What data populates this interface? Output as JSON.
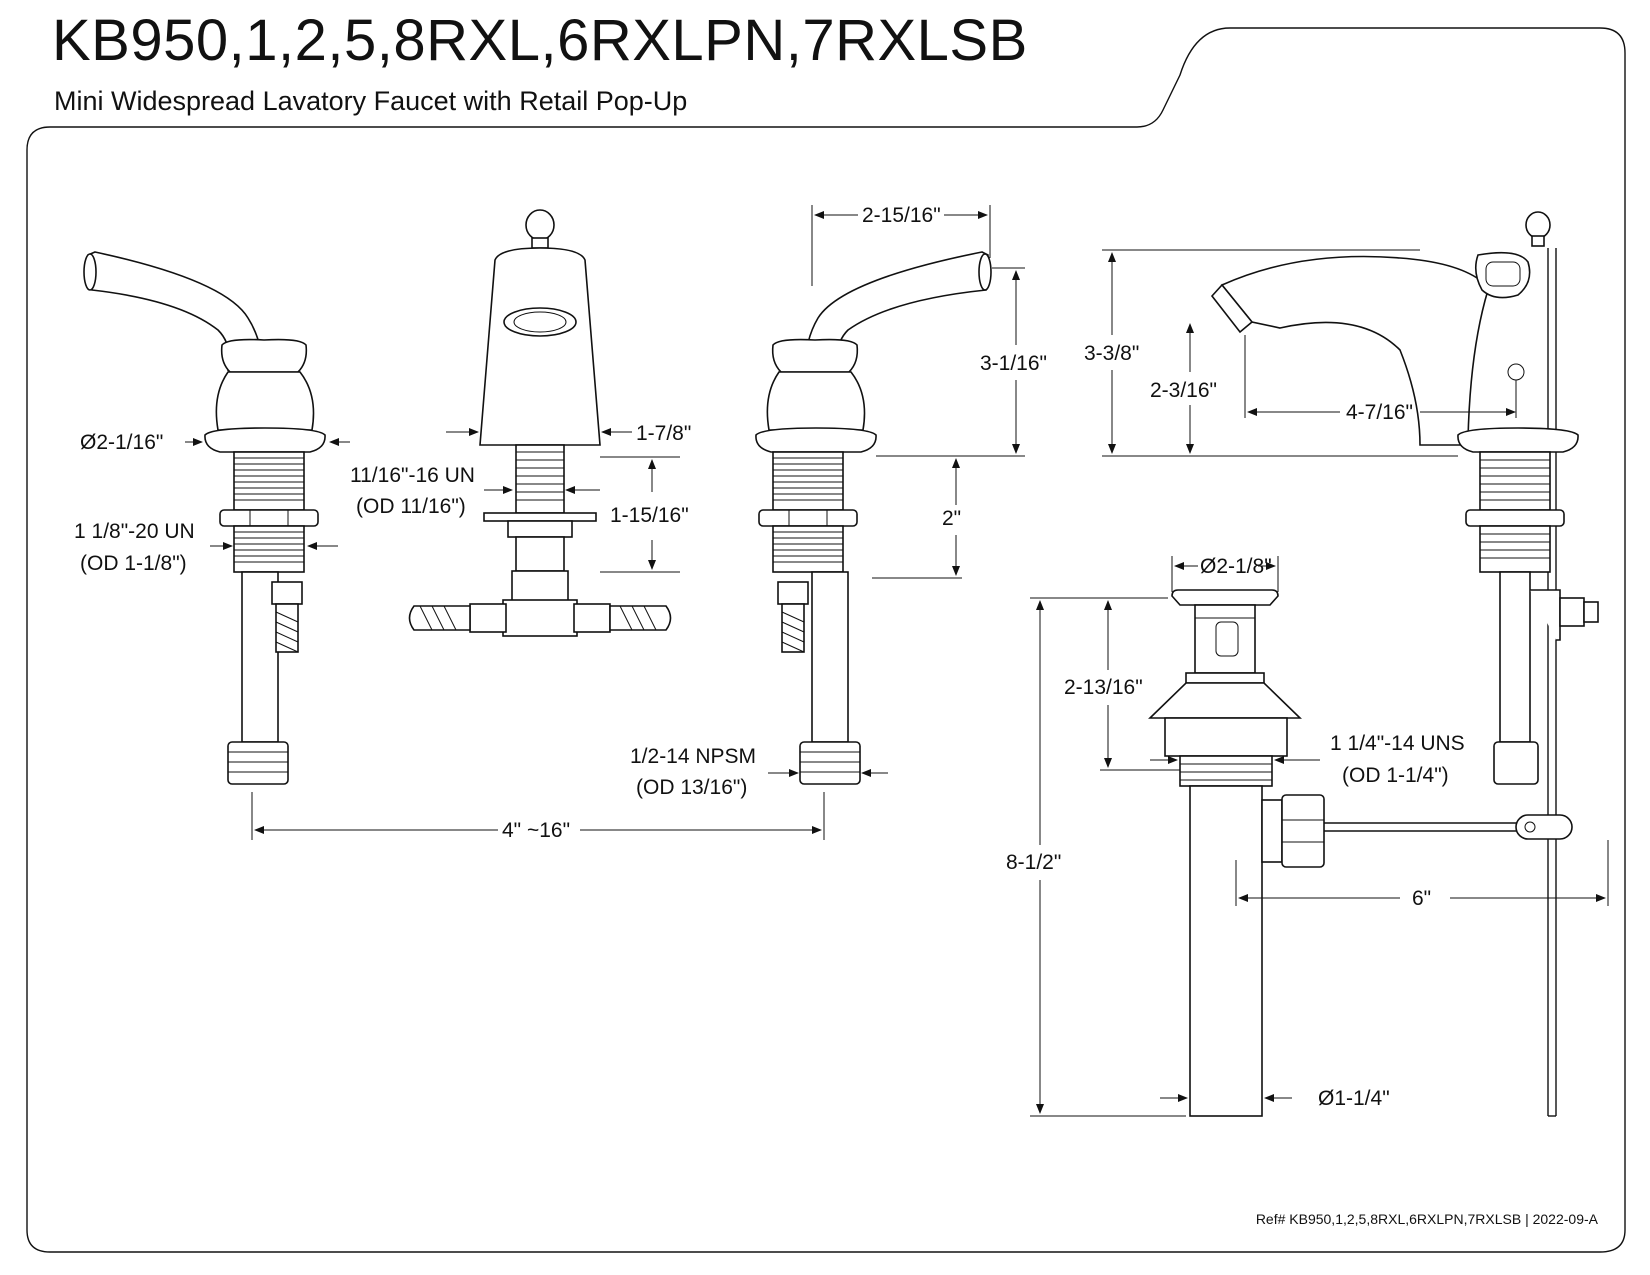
{
  "header": {
    "title": "KB950,1,2,5,8RXL,6RXLPN,7RXLSB",
    "subtitle": "Mini Widespread Lavatory Faucet with Retail Pop-Up"
  },
  "dimensions": {
    "handle_base_dia": "Ø2-1/16\"",
    "handle_thread": "1 1/8\"-20 UN",
    "handle_thread_od": "(OD 1-1/8\")",
    "spout_thread": "11/16\"-16 UN",
    "spout_thread_od": "(OD 11/16\")",
    "spout_base": "1-7/8\"",
    "spout_shank": "1-15/16\"",
    "handle_width": "2-15/16\"",
    "handle_height": "3-1/16\"",
    "shank_length": "2\"",
    "inlet_thread": "1/2-14 NPSM",
    "inlet_thread_od": "(OD 13/16\")",
    "centers": "4\" ~16\"",
    "spout_height": "3-3/8\"",
    "aerator_height": "2-3/16\"",
    "spout_reach": "4-7/16\"",
    "drain_flange_dia": "Ø2-1/8\"",
    "drain_body_height": "2-13/16\"",
    "drain_thread": "1 1/4\"-14 UNS",
    "drain_thread_od": "(OD 1-1/4\")",
    "drain_total_height": "8-1/2\"",
    "pivot_rod_length": "6\"",
    "tailpiece_dia": "Ø1-1/4\""
  },
  "footer": {
    "ref": "Ref# KB950,1,2,5,8RXL,6RXLPN,7RXLSB | 2022-09-A"
  }
}
